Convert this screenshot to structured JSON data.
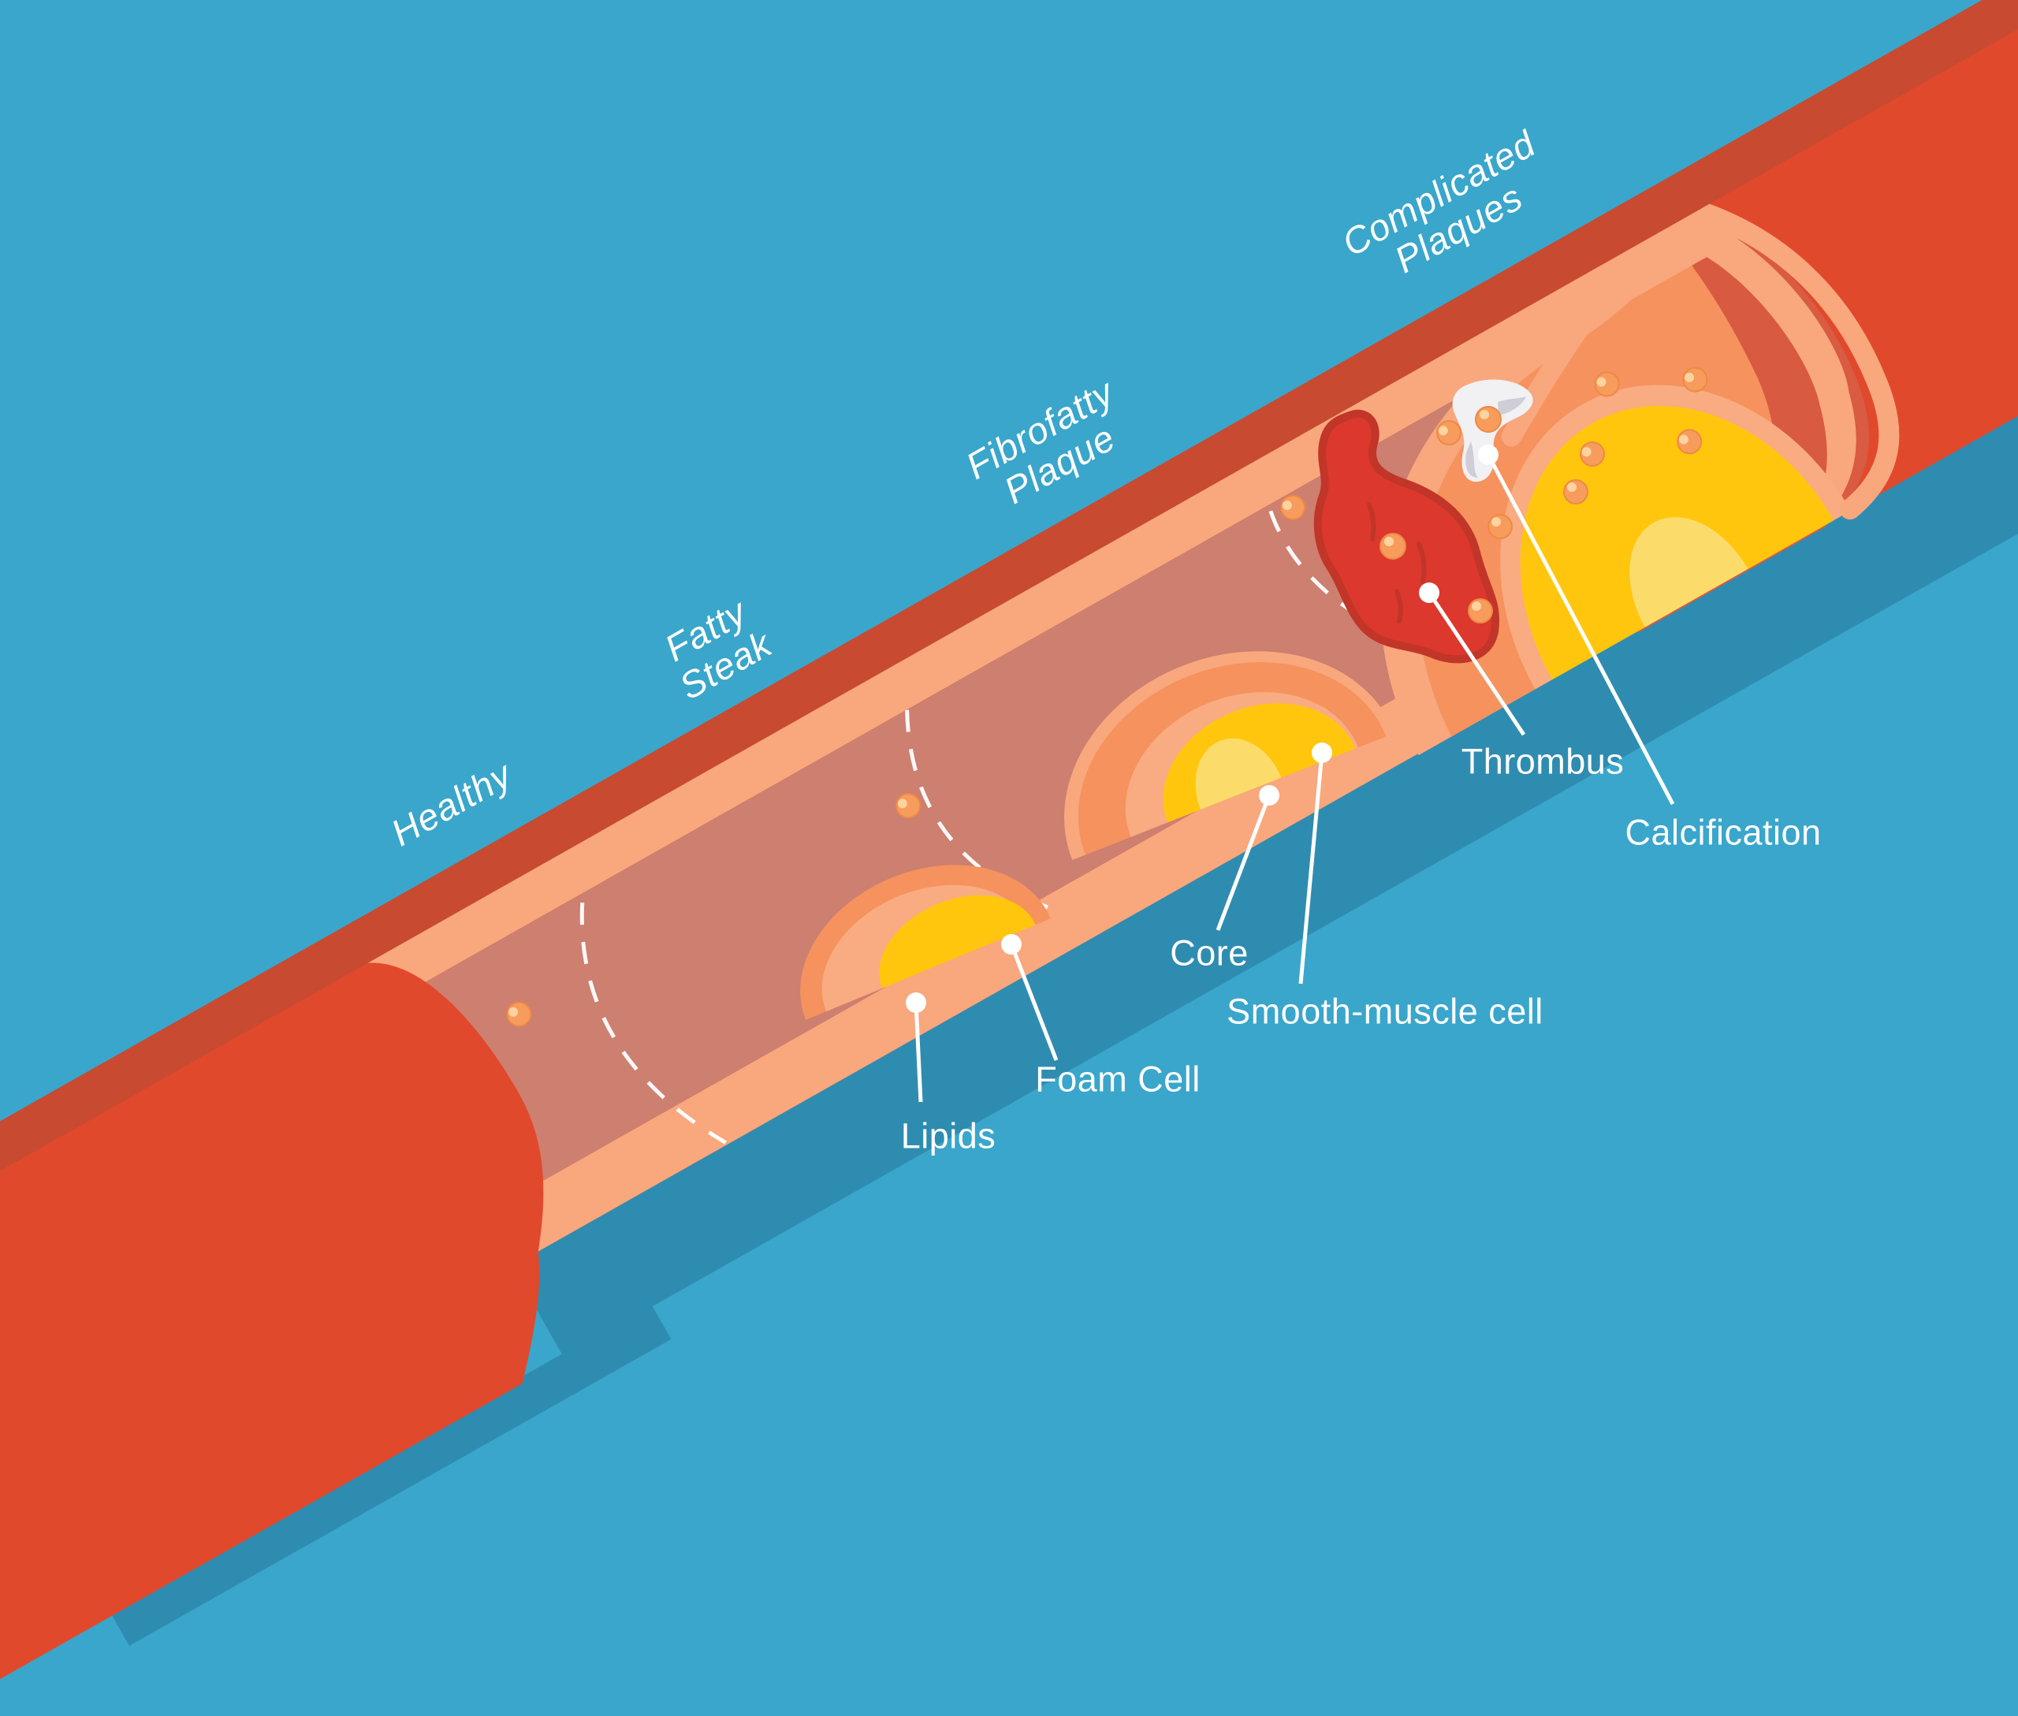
{
  "diagram": {
    "title": "Atherosclerosis progression of an artery (isometric cutaway)",
    "stages": [
      {
        "id": "healthy",
        "label": "Healthy"
      },
      {
        "id": "fatty-steak",
        "label": "Fatty\nSteak"
      },
      {
        "id": "fibrofatty",
        "label": "Fibrofatty\nPlaque"
      },
      {
        "id": "complicated",
        "label": "Complicated\nPlaques"
      }
    ],
    "callouts": [
      {
        "id": "lipids",
        "label": "Lipids"
      },
      {
        "id": "foam-cell",
        "label": "Foam Cell"
      },
      {
        "id": "core",
        "label": "Core"
      },
      {
        "id": "smooth-muscle",
        "label": "Smooth-muscle cell"
      },
      {
        "id": "thrombus",
        "label": "Thrombus"
      },
      {
        "id": "calcification",
        "label": "Calcification"
      }
    ]
  },
  "colors": {
    "background": "#3AA6CB",
    "shadow": "#2F8CB1",
    "artery_outer_dark": "#C84A31",
    "artery_body_red": "#E1492C",
    "wall_salmon": "#F9A77D",
    "lumen_rose": "#CD7F70",
    "pocket_red": "#D95B41",
    "plaque_orange": "#F6925E",
    "plaque_shadow": "#D85A40",
    "plaque_yellow": "#FFC60D",
    "plaque_yellow_light": "#FBDC6A",
    "thrombus_red": "#DC382D",
    "thrombus_edge": "#C23529",
    "calcification_white": "#F1F0F3",
    "calcification_gray": "#CFCED6",
    "lipid_ball": "#F79C5C",
    "text": "#FFFFFF"
  }
}
